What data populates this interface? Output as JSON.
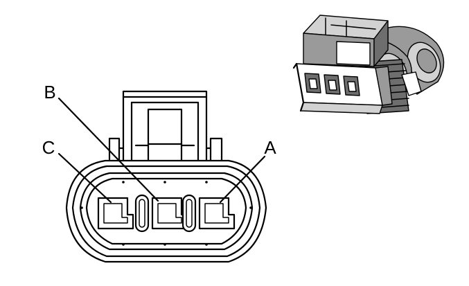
{
  "face_view": {
    "pins": [
      {
        "id": "pin-a",
        "label": "A"
      },
      {
        "id": "pin-b",
        "label": "B"
      },
      {
        "id": "pin-c",
        "label": "C"
      }
    ]
  },
  "colors": {
    "line": "#000000",
    "background": "#ffffff",
    "shade_dark": "#6e6e6e",
    "shade_mid": "#9a9a9a",
    "shade_light": "#d2d2d2"
  },
  "icons": [
    "connector-face-view",
    "connector-isometric-view"
  ]
}
